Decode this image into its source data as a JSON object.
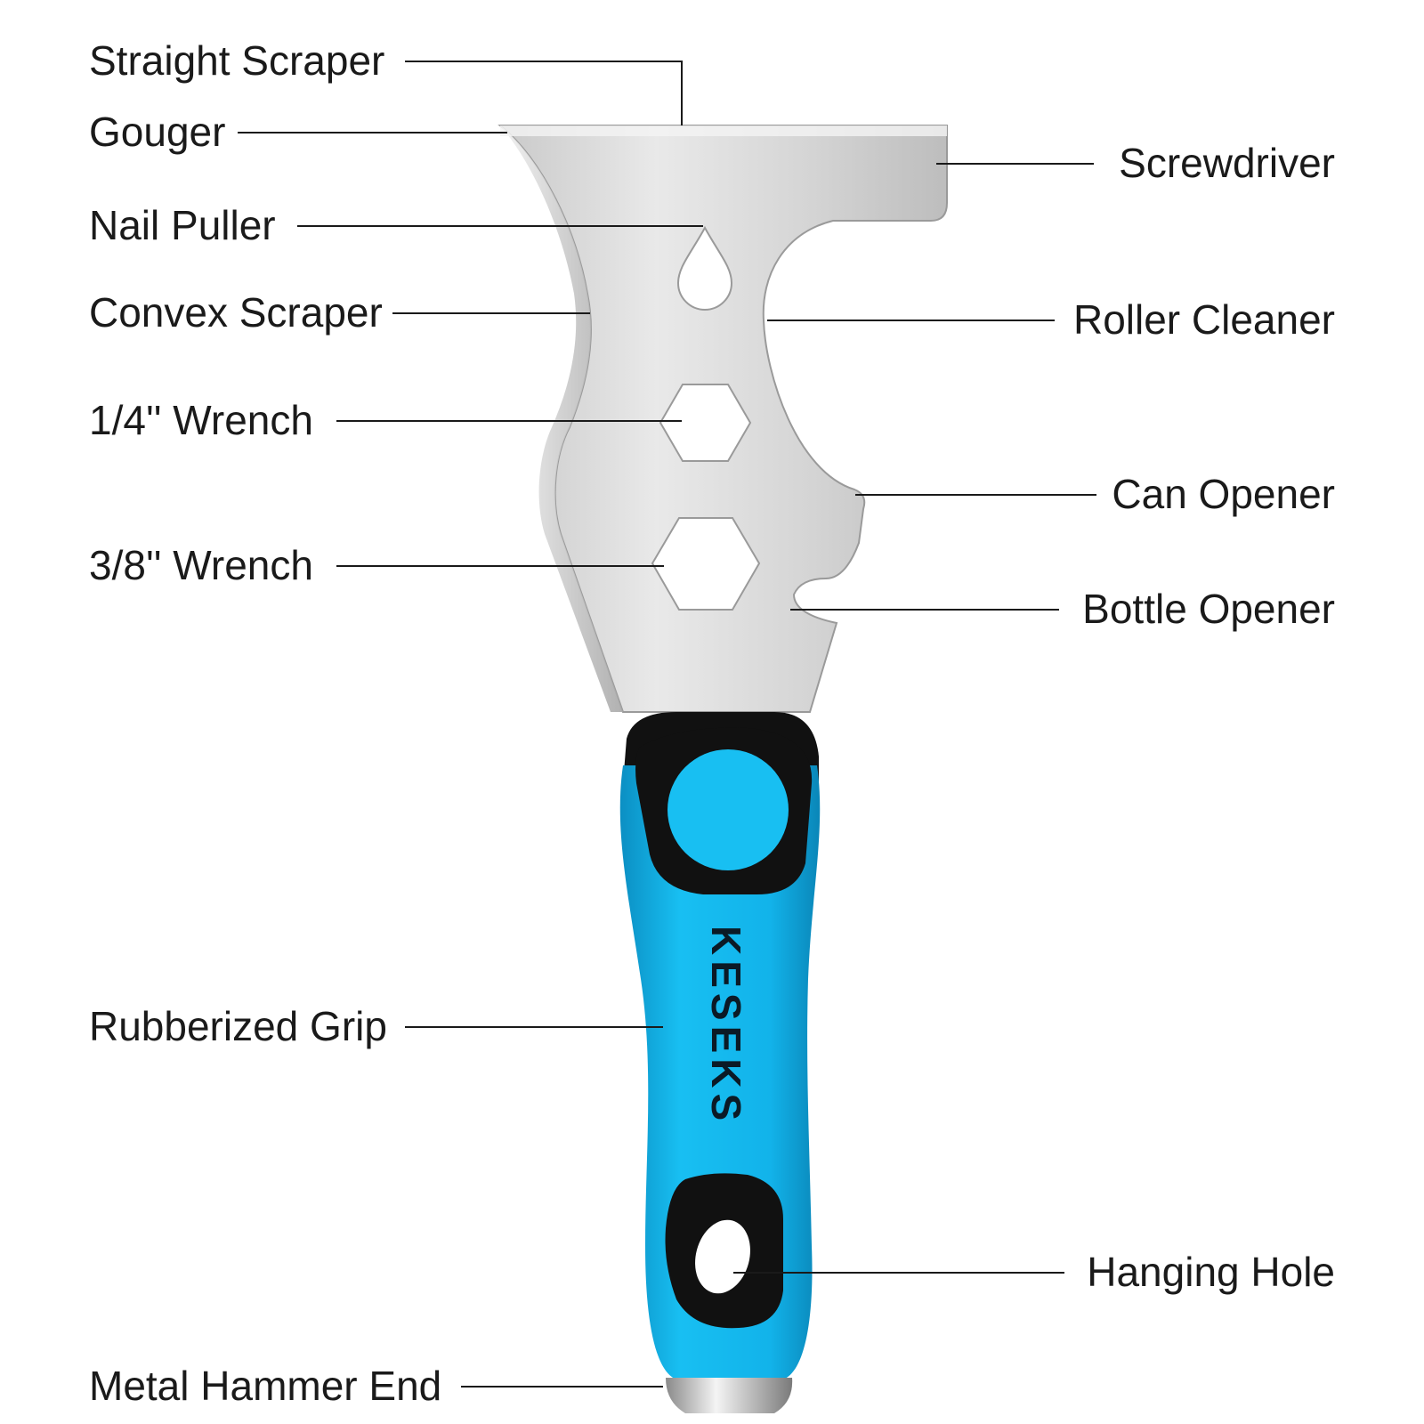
{
  "labels": {
    "straight_scraper": "Straight Scraper",
    "gouger": "Gouger",
    "nail_puller": "Nail Puller",
    "convex_scraper": "Convex Scraper",
    "wrench_quarter": "1/4'' Wrench",
    "wrench_three_eighths": "3/8'' Wrench",
    "rubberized_grip": "Rubberized Grip",
    "metal_hammer_end": "Metal Hammer End",
    "screwdriver": "Screwdriver",
    "roller_cleaner": "Roller Cleaner",
    "can_opener": "Can Opener",
    "bottle_opener": "Bottle Opener",
    "hanging_hole": "Hanging Hole"
  },
  "brand_logo_text": "KESEKS",
  "colors": {
    "blade_light": "#e4e4e4",
    "blade_dark": "#b9b9b9",
    "grip_blue": "#12b3ea",
    "grip_black": "#111111",
    "line": "#1a1a1a",
    "text": "#1a1a1a"
  }
}
